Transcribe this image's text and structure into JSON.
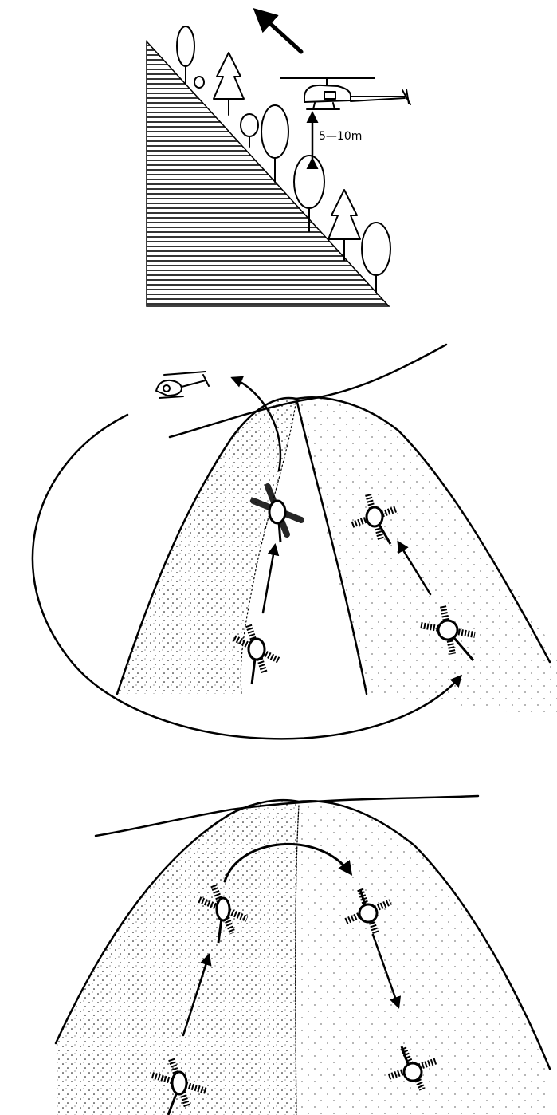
{
  "panels": [
    {
      "id": "slope-profile",
      "height_label": "5—10m"
    },
    {
      "id": "parallel-ridge-flight"
    },
    {
      "id": "ridge-crossing-flight"
    }
  ],
  "icons": [
    "direction-arrow-icon",
    "helicopter-icon",
    "tree-icon",
    "rotor-blur-helicopter-icon"
  ],
  "colors": {
    "ink": "#000000",
    "background": "#ffffff"
  }
}
